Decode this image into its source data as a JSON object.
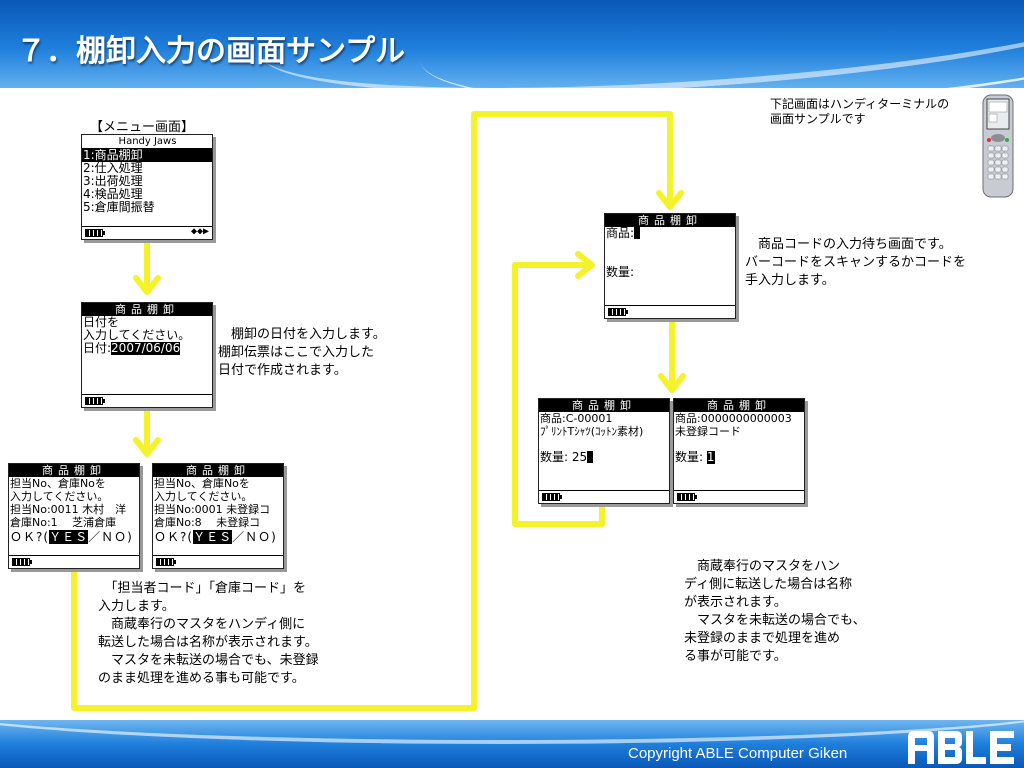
{
  "title": "７．棚卸入力の画面サンプル",
  "copyright": "Copyright ABLE Computer Giken",
  "logo_text": "ABLE",
  "colors": {
    "flow_line": "#f4f22a",
    "header_blue": "#1f7fdc"
  },
  "device_note": [
    "下記画面はハンディターミナルの",
    "画面サンプルです"
  ],
  "menu_screen": {
    "label": "【メニュー画面】",
    "header": "Handy Jaws",
    "items": [
      "1:商品棚卸",
      "2:仕入処理",
      "3:出荷処理",
      "4:検品処理",
      "5:倉庫間振替"
    ],
    "arrows": "◆◆▶"
  },
  "date_screen": {
    "header": "商品棚卸",
    "lines": [
      "日付を",
      "入力してください。"
    ],
    "date_label": "日付:",
    "date_value": "2007/06/06"
  },
  "date_desc": [
    "　棚卸の日付を入力します。",
    "棚卸伝票はここで入力した",
    "日付で作成されます。"
  ],
  "staff_screen_1": {
    "header": "商品棚卸",
    "lines": [
      "担当No、倉庫Noを",
      "入力してください。",
      "担当No:0011 木村　洋",
      "倉庫No:1 　芝浦倉庫"
    ],
    "ok_prefix": "ＯＫ?(",
    "ok_yes": "ＹＥＳ",
    "ok_suffix": "／ＮＯ)"
  },
  "staff_screen_2": {
    "header": "商品棚卸",
    "lines": [
      "担当No、倉庫Noを",
      "入力してください。",
      "担当No:0001 未登録コ",
      "倉庫No:8 　未登録コ"
    ],
    "ok_prefix": "ＯＫ?(",
    "ok_yes": "ＹＥＳ",
    "ok_suffix": "／ＮＯ)"
  },
  "staff_desc": [
    "　「担当者コード」「倉庫コード」を",
    "入力します。",
    "　商蔵奉行のマスタをハンディ側に",
    "転送した場合は名称が表示されます。",
    "　マスタを未転送の場合でも、未登録",
    "のまま処理を進める事も可能です。"
  ],
  "product_input_screen": {
    "header": "商品棚卸",
    "product_label": "商品:",
    "qty_label": "数量:"
  },
  "product_input_desc": [
    "　商品コードの入力待ち画面です。",
    "バーコードをスキャンするかコードを",
    "手入力します。"
  ],
  "product_screen_1": {
    "header": "商品棚卸",
    "lines": [
      "商品:C-00001",
      "ﾌﾟﾘﾝﾄTｼｬﾂ(ｺｯﾄﾝ素材)"
    ],
    "qty_label": "数量: ",
    "qty_value": "25"
  },
  "product_screen_2": {
    "header": "商品棚卸",
    "lines": [
      "商品:0000000000003",
      "未登録コード"
    ],
    "qty_label": "数量: ",
    "qty_value": "1"
  },
  "product_desc": [
    "　商蔵奉行のマスタをハン",
    "ディ側に転送した場合は名称",
    "が表示されます。",
    "　マスタを未転送の場合でも、",
    "未登録のままで処理を進め",
    "る事が可能です。"
  ]
}
